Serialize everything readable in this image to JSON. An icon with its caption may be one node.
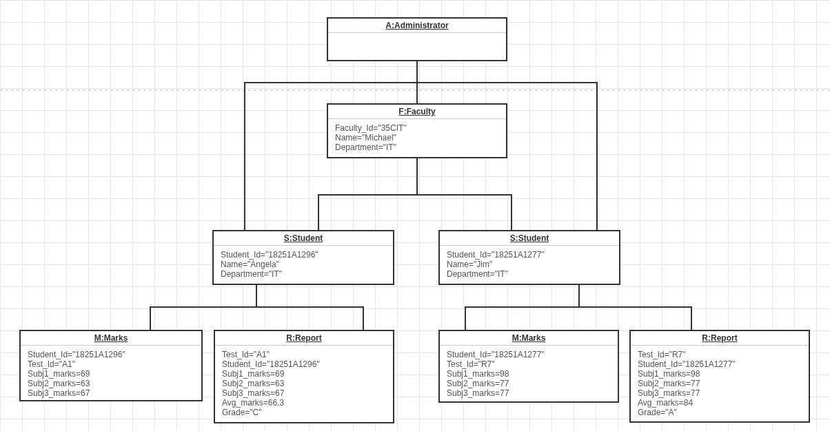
{
  "diagram": {
    "nodes": [
      {
        "text": [
          "A:Administrator"
        ]
      },
      {
        "text": [
          "F:Faculty",
          "Faculty_Id=\"35CIT\"",
          "Name=\"Michael\"",
          "Department=\"IT\""
        ]
      },
      {
        "text": [
          "S:Student",
          "Student_Id=\"18251A1296\"",
          "Name=\"Angela\"",
          "Department=\"IT\""
        ]
      },
      {
        "text": [
          "S:Student",
          "Student_Id=\"18251A1277\"",
          "Name=\"Jim\"",
          "Department=\"IT\""
        ]
      },
      {
        "text": [
          "M:Marks",
          "Student_Id=\"18251A1296\"",
          "Test_Id=\"A1\"",
          "Subj1_marks=69",
          "Subj2_marks=63",
          "Subj3_marks=67"
        ]
      },
      {
        "text": [
          "R:Report",
          "Test_Id=\"A1\"",
          "Student_Id=\"18251A1296\"",
          "Subj1_marks=69",
          "Subj2_marks=63",
          "Subj3_marks=67",
          "Avg_marks=66.3",
          "Grade=\"C\""
        ]
      },
      {
        "text": [
          "M:Marks",
          "Student_Id=\"18251A1277\"",
          "Test_Id=\"R7\"",
          "Subj1_marks=98",
          "Subj2_marks=77",
          "Subj3_marks=77"
        ]
      },
      {
        "text": [
          "R:Report",
          "Test_Id=\"R7\"",
          "Student_Id=\"18251A1277\"",
          "Subj1_marks=98",
          "Subj2_marks=77",
          "Subj3_marks=77",
          "Avg_marks=84",
          "Grade=\"A\""
        ]
      }
    ],
    "edges": [
      {
        "from": 0,
        "to": 1,
        "arrow": "none"
      },
      {
        "from": 0,
        "to": 2,
        "arrow": "none"
      },
      {
        "from": 0,
        "to": 3,
        "arrow": "none"
      },
      {
        "from": 1,
        "to": 2,
        "arrow": "none"
      },
      {
        "from": 1,
        "to": 3,
        "arrow": "none"
      },
      {
        "from": 2,
        "to": 4,
        "arrow": "none"
      },
      {
        "from": 2,
        "to": 5,
        "arrow": "none"
      },
      {
        "from": 3,
        "to": 6,
        "arrow": "none"
      },
      {
        "from": 3,
        "to": 7,
        "arrow": "none"
      }
    ]
  }
}
